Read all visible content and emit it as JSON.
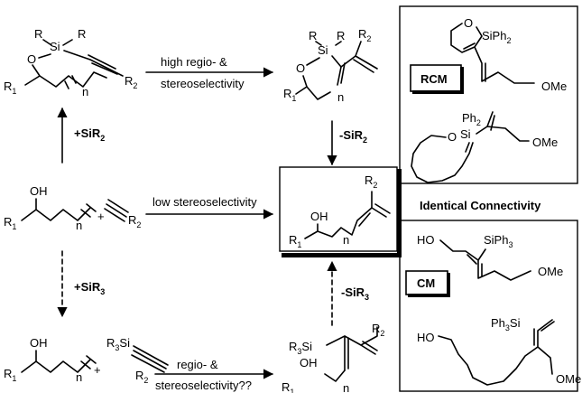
{
  "left_column": {
    "top_structure": {
      "r_left": "R",
      "r_right": "R",
      "si": "Si",
      "o": "O",
      "r1": "R",
      "r1_sub": "1",
      "n": "n",
      "r2": "R",
      "r2_sub": "2"
    },
    "mid_structure": {
      "oh": "OH",
      "r1": "R",
      "r1_sub": "1",
      "n": "n",
      "plus": "+",
      "r2": "R",
      "r2_sub": "2"
    },
    "bottom_structure": {
      "oh": "OH",
      "r1": "R",
      "r1_sub": "1",
      "n": "n",
      "plus": "+",
      "r3si": "R",
      "r3si_sub": "3",
      "r3si_suffix": "Si",
      "r2": "R",
      "r2_sub": "2"
    },
    "arrow_up_label": "+SiR",
    "arrow_up_label_sub": "2",
    "arrow_down_label": "+SiR",
    "arrow_down_label_sub": "3"
  },
  "arrows": {
    "top": "high regio- &",
    "top_line2": "stereoselectivity",
    "middle": "low stereoselectivity",
    "bottom": "regio- &",
    "bottom_line2": "stereoselectivity??",
    "down_label": "-SiR",
    "down_label_sub": "2",
    "up_label": "-SiR",
    "up_label_sub": "3"
  },
  "center_column": {
    "top_product": {
      "r_left": "R",
      "r_right": "R",
      "si": "Si",
      "o": "O",
      "r1": "R",
      "r1_sub": "1",
      "n": "n",
      "r2": "R",
      "r2_sub": "2"
    },
    "target_product": {
      "oh": "OH",
      "r1": "R",
      "r1_sub": "1",
      "n": "n",
      "r2": "R",
      "r2_sub": "2"
    },
    "bottom_product": {
      "r3si": "R",
      "r3si_sub": "3",
      "r3si_suffix": "Si",
      "oh": "OH",
      "r1": "R",
      "r1_sub": "1",
      "n": "n",
      "r2": "R",
      "r2_sub": "2"
    }
  },
  "right_panels": {
    "rcm_label": "RCM",
    "rcm_mol1": {
      "o": "O",
      "siph": "SiPh",
      "siph_sub": "2",
      "ome": "OMe"
    },
    "rcm_mol2": {
      "ph": "Ph",
      "ph_sub": "2",
      "o": "O",
      "si": "Si",
      "ome": "OMe"
    },
    "identical": "Identical Connectivity",
    "cm_label": "CM",
    "cm_mol1": {
      "ho": "HO",
      "siph": "SiPh",
      "siph_sub": "3",
      "ome": "OMe"
    },
    "cm_mol2": {
      "ho": "HO",
      "ph3si": "Ph",
      "ph3si_sub": "3",
      "ph3si_suffix": "Si",
      "ome": "OMe"
    }
  }
}
